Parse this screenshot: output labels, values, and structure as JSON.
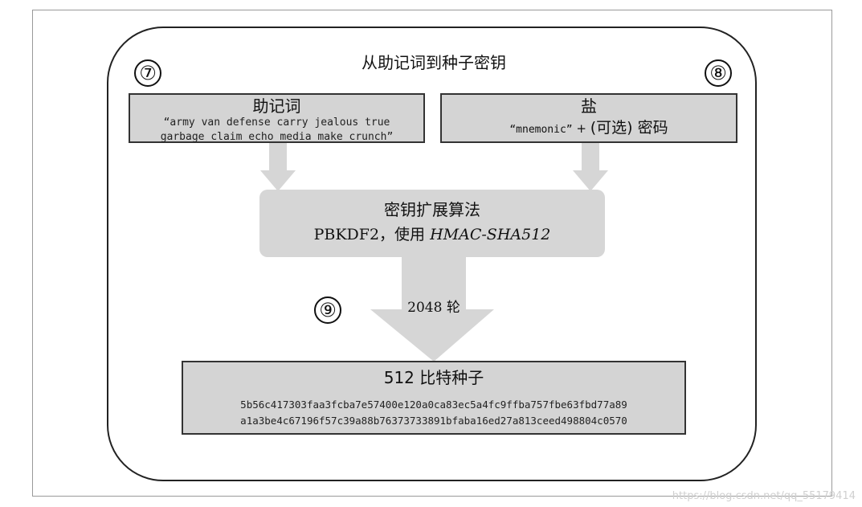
{
  "title": "从助记词到种子密钥",
  "steps": {
    "seven": "⑦",
    "eight": "⑧",
    "nine": "⑨"
  },
  "mnemonic_box": {
    "title": "助记词",
    "line1": "“army van defense carry jealous true",
    "line2": "garbage claim echo media make crunch”"
  },
  "salt_box": {
    "title": "盐",
    "salt_text": "“mnemonic”",
    "plus": "+",
    "optional": "(可选) 密码"
  },
  "kdf": {
    "title": "密钥扩展算法",
    "sub_prefix": "PBKDF2，使用 ",
    "sub_algo": "HMAC-SHA512"
  },
  "rounds_label": "2048 轮",
  "seed_box": {
    "title": "512 比特种子",
    "hex_line1": "5b56c417303faa3fcba7e57400e120a0ca83ec5a4fc9ffba757fbe63fbd77a89",
    "hex_line2": "a1a3be4c67196f57c39a88b76373733891bfaba16ed27a813ceed498804c0570"
  },
  "watermark": "https://blog.csdn.net/qq_55179414",
  "colors": {
    "box_fill": "#d4d4d4",
    "arrow_fill": "#d6d6d6",
    "border": "#333333"
  }
}
